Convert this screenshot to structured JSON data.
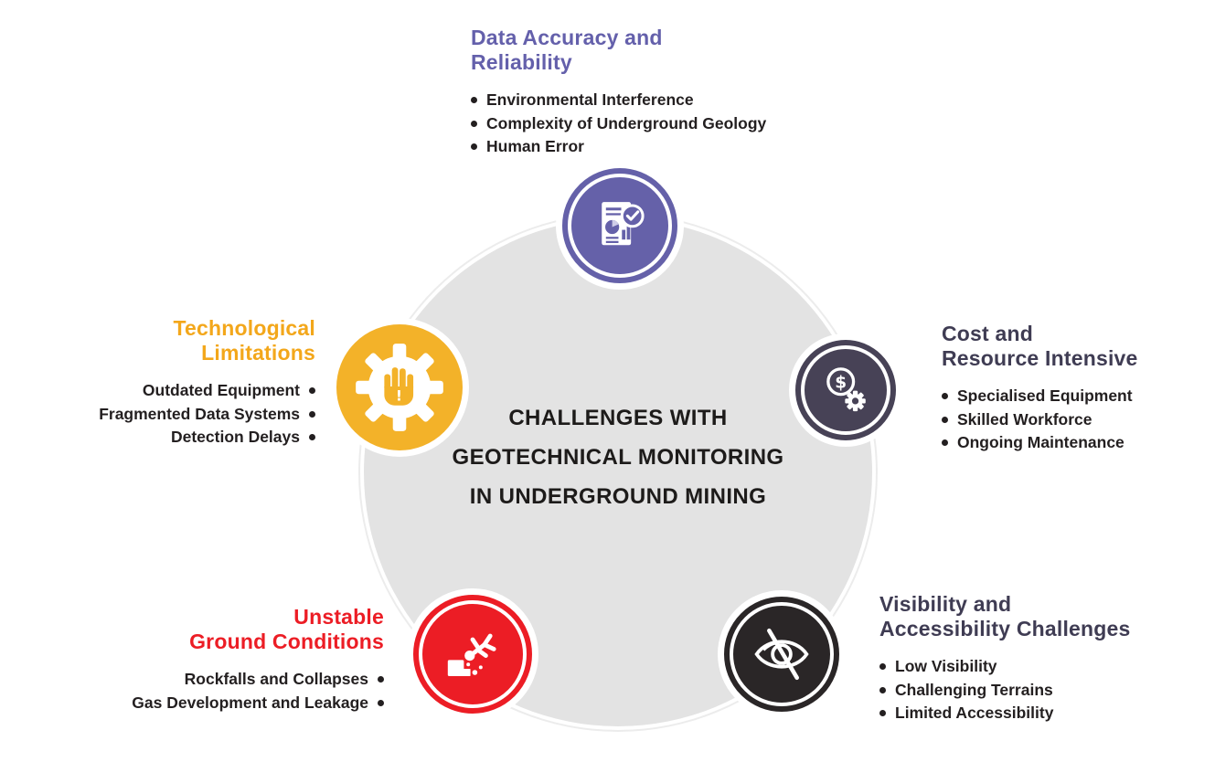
{
  "colors": {
    "purple": "#6561a9",
    "navy_circle": "#474256",
    "navy_heading": "#3f3c53",
    "yellow": "#f3b229",
    "yellow_heading": "#f3a71b",
    "red": "#ec1d25",
    "black": "#2a2627",
    "gray_circle": "#e3e3e3",
    "text": "#231f20"
  },
  "center": {
    "line1": "CHALLENGES WITH",
    "line2": "GEOTECHNICAL MONITORING",
    "line3": "IN UNDERGROUND MINING"
  },
  "nodes": {
    "data_accuracy": {
      "title1": "Data Accuracy and",
      "title2": "Reliability",
      "icon": "report-checkmark-icon",
      "items": [
        "Environmental Interference",
        "Complexity of Underground Geology",
        "Human Error"
      ]
    },
    "cost": {
      "title1": "Cost and",
      "title2": "Resource Intensive",
      "icon": "dollar-gear-icon",
      "items": [
        "Specialised Equipment",
        "Skilled Workforce",
        "Ongoing Maintenance"
      ]
    },
    "technology": {
      "title1": "Technological",
      "title2": "Limitations",
      "icon": "gear-hand-warning-icon",
      "items": [
        "Outdated Equipment",
        "Fragmented Data Systems",
        "Detection Delays"
      ]
    },
    "ground": {
      "title1": "Unstable",
      "title2": "Ground Conditions",
      "icon": "rockfall-falling-person-icon",
      "items": [
        "Rockfalls and Collapses",
        "Gas Development and Leakage"
      ]
    },
    "visibility": {
      "title1": "Visibility and",
      "title2": "Accessibility Challenges",
      "icon": "eye-slash-icon",
      "items": [
        "Low Visibility",
        "Challenging Terrains",
        "Limited Accessibility"
      ]
    }
  }
}
